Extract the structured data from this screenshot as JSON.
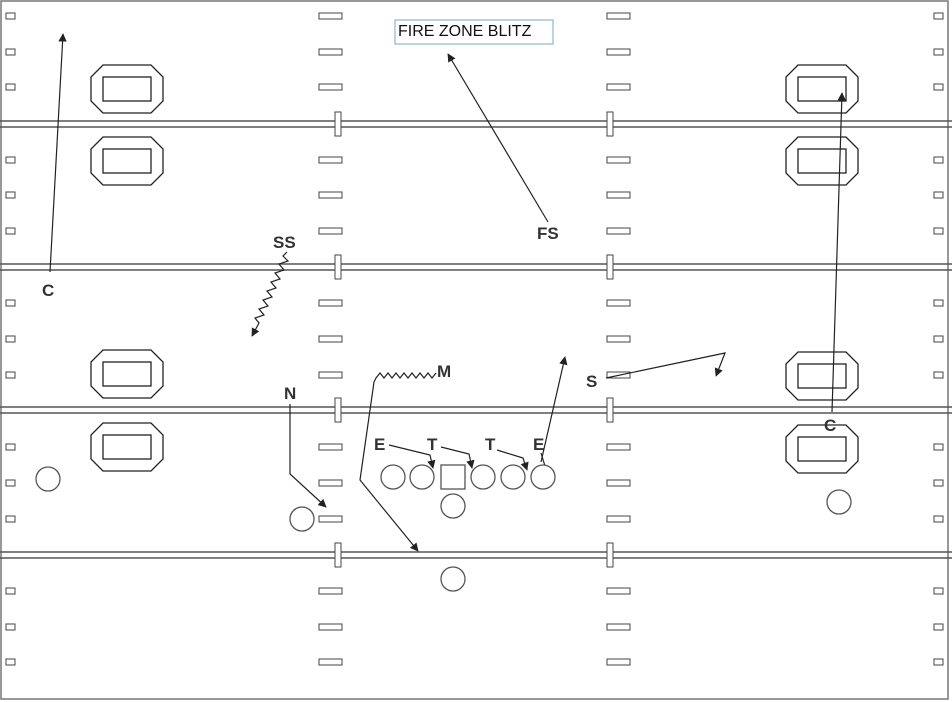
{
  "play": {
    "title": "FIRE ZONE BLITZ"
  },
  "players": {
    "defense": [
      {
        "id": "c-left",
        "label": "C"
      },
      {
        "id": "ss",
        "label": "SS"
      },
      {
        "id": "fs",
        "label": "FS"
      },
      {
        "id": "n",
        "label": "N"
      },
      {
        "id": "m",
        "label": "M"
      },
      {
        "id": "s",
        "label": "S"
      },
      {
        "id": "c-right",
        "label": "C"
      },
      {
        "id": "e-left",
        "label": "E"
      },
      {
        "id": "t-left",
        "label": "T"
      },
      {
        "id": "t-right",
        "label": "T"
      },
      {
        "id": "e-right",
        "label": "E"
      }
    ],
    "offense_count": 11
  },
  "colors": {
    "field_line": "#555555",
    "hash": "#444444",
    "player": "#666666",
    "label": "#333333",
    "title_border": "#7aa7c7"
  }
}
